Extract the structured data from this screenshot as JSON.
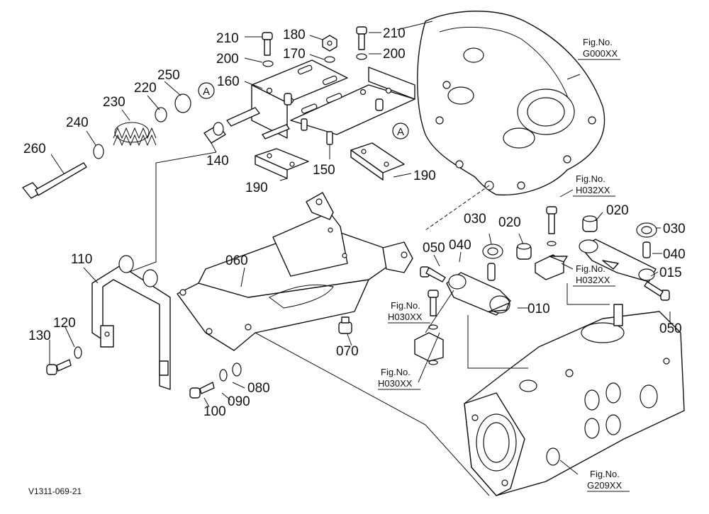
{
  "diagram": {
    "code": "V1311-069-21",
    "part_numbers": {
      "p010": "010",
      "p015": "015",
      "p020a": "020",
      "p020b": "020",
      "p030a": "030",
      "p030b": "030",
      "p040a": "040",
      "p040b": "040",
      "p050a": "050",
      "p050b": "050",
      "p060": "060",
      "p070": "070",
      "p080": "080",
      "p090": "090",
      "p100": "100",
      "p110": "110",
      "p120": "120",
      "p130": "130",
      "p140": "140",
      "p150": "150",
      "p160": "160",
      "p170": "170",
      "p180": "180",
      "p190a": "190",
      "p190b": "190",
      "p200a": "200",
      "p200b": "200",
      "p210a": "210",
      "p210b": "210",
      "p220": "220",
      "p230": "230",
      "p240": "240",
      "p250": "250",
      "p260": "260"
    },
    "references": {
      "ref_a1": "A",
      "ref_a2": "A"
    },
    "figure_refs": [
      {
        "label": "Fig.No.",
        "code": "G000XX"
      },
      {
        "label": "Fig.No.",
        "code": "H032XX"
      },
      {
        "label": "Fig.No.",
        "code": "H032XX"
      },
      {
        "label": "Fig.No.",
        "code": "H030XX"
      },
      {
        "label": "Fig.No.",
        "code": "H030XX"
      },
      {
        "label": "Fig.No.",
        "code": "G209XX"
      }
    ]
  }
}
